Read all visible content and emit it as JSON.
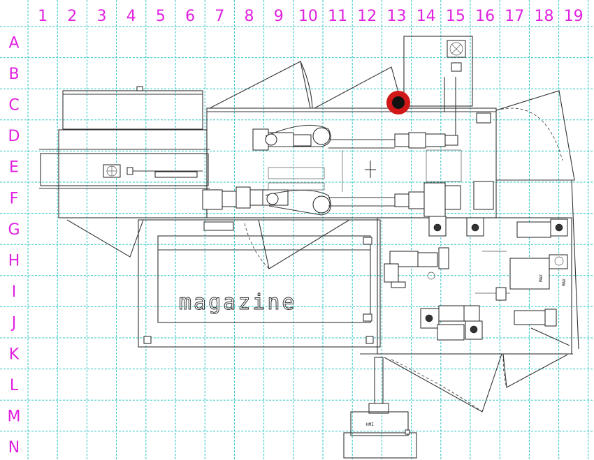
{
  "grid": {
    "columns": [
      "1",
      "2",
      "3",
      "4",
      "5",
      "6",
      "7",
      "8",
      "9",
      "10",
      "11",
      "12",
      "13",
      "14",
      "15",
      "16",
      "17",
      "18",
      "19"
    ],
    "rows": [
      "A",
      "B",
      "C",
      "D",
      "E",
      "F",
      "G",
      "H",
      "I",
      "J",
      "K",
      "L",
      "M",
      "N"
    ]
  },
  "labels": {
    "magazine": "magazine",
    "hmi": "HMI",
    "max_left": "MAX",
    "max_right": "MAX"
  },
  "colors": {
    "grid_line": "#2ec6c6",
    "grid_label": "#e020e0",
    "marker_outer": "#d01818",
    "marker_inner": "#111111"
  },
  "marker": {
    "grid_cell": "C13"
  }
}
